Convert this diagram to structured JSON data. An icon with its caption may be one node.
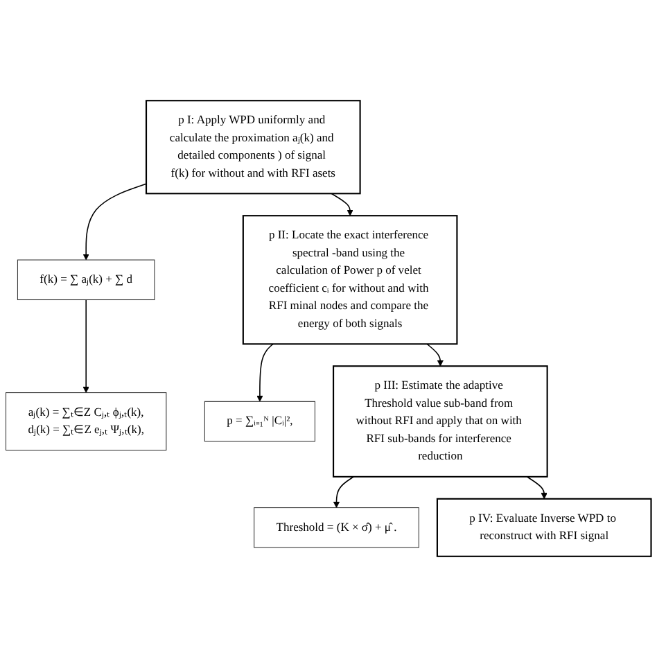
{
  "diagram": {
    "nodes": [
      {
        "text": [
          "p I: Apply WPD uniformly and calculate the proximation aⱼ(k) and detailed components ) of signal f(k) for without and with RFI asets"
        ]
      },
      {
        "text": [
          "f(k) = ∑ aⱼ(k) + ∑ d"
        ]
      },
      {
        "text": [
          "aⱼ(k) = ∑ₜ∈Z Cⱼ,ₜ ϕⱼ,ₜ(k),",
          "dⱼ(k) = ∑ₜ∈Z eⱼ,ₜ Ψⱼ,ₜ(k),"
        ]
      },
      {
        "text": [
          "p II: Locate the exact interference spectral -band using the calculation of Power p of velet coefficient cᵢ for without and with RFI minal nodes and compare the energy of both signals"
        ]
      },
      {
        "text": [
          "p = ∑ᵢ₌₁ᴺ |Cᵢ|²,"
        ]
      },
      {
        "text": [
          "p III: Estimate the adaptive Threshold value sub-band from without RFI and apply that on with RFI sub-bands for interference reduction"
        ]
      },
      {
        "text": [
          "Threshold = (K × σ̂) + μ̂ ."
        ]
      },
      {
        "text": [
          "p IV: Evaluate Inverse WPD to reconstruct with RFI signal"
        ]
      }
    ],
    "edges": [
      {
        "from": 0,
        "to": 1,
        "arrow": "to"
      },
      {
        "from": 1,
        "to": 2,
        "arrow": "to"
      },
      {
        "from": 0,
        "to": 3,
        "arrow": "to"
      },
      {
        "from": 3,
        "to": 4,
        "arrow": "to"
      },
      {
        "from": 3,
        "to": 5,
        "arrow": "to"
      },
      {
        "from": 5,
        "to": 6,
        "arrow": "to"
      },
      {
        "from": 5,
        "to": 7,
        "arrow": "to"
      }
    ]
  }
}
